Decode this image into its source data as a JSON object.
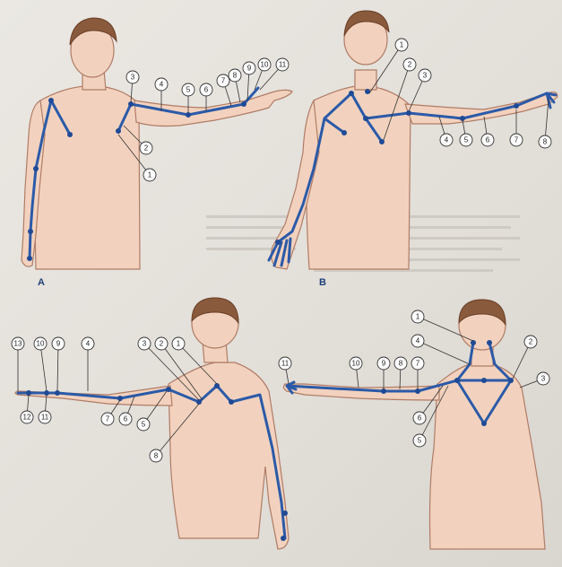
{
  "panels": [
    {
      "label": "A",
      "callouts": [
        "1",
        "2",
        "3",
        "4",
        "5",
        "6",
        "7",
        "8",
        "9",
        "10",
        "11"
      ]
    },
    {
      "label": "B",
      "callouts": [
        "1",
        "2",
        "3",
        "4",
        "5",
        "6",
        "7",
        "8"
      ]
    },
    {
      "label": "",
      "callouts": [
        "1",
        "2",
        "3",
        "4",
        "5",
        "6",
        "7",
        "8",
        "9",
        "10",
        "11",
        "12",
        "13"
      ]
    },
    {
      "label": "",
      "callouts": [
        "1",
        "2",
        "3",
        "4",
        "5",
        "6",
        "7",
        "8",
        "9",
        "10",
        "11"
      ]
    }
  ],
  "colors": {
    "line": "#2b5aa8",
    "skin": "#f2d2be",
    "hair": "#8a5a3c"
  }
}
